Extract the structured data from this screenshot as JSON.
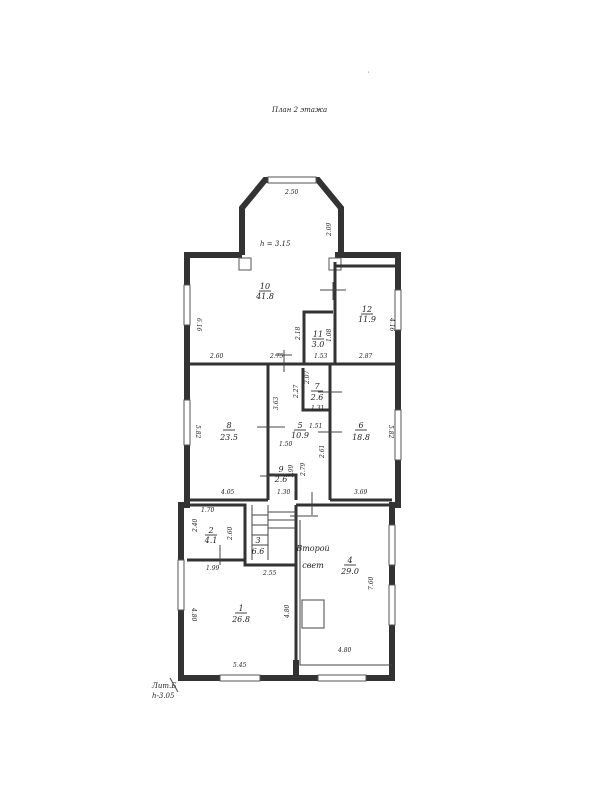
{
  "title": "План 2 этажа",
  "height_note": "h = 3.15",
  "corner_note": [
    "Лит.Б",
    "h-3.05"
  ],
  "second_light": [
    "Второй",
    "свет"
  ],
  "rooms": [
    {
      "num": "1",
      "area": "26.8"
    },
    {
      "num": "2",
      "area": "4.1"
    },
    {
      "num": "3",
      "area": "6.6"
    },
    {
      "num": "4",
      "area": "29.0"
    },
    {
      "num": "5",
      "area": "10.9"
    },
    {
      "num": "6",
      "area": "18.8"
    },
    {
      "num": "7",
      "area": "2.6"
    },
    {
      "num": "8",
      "area": "23.5"
    },
    {
      "num": "9",
      "area": "2.6"
    },
    {
      "num": "10",
      "area": "41.8"
    },
    {
      "num": "11",
      "area": "3.0"
    },
    {
      "num": "12",
      "area": "11.9"
    }
  ],
  "dims": {
    "bay_top": "2.50",
    "bay_side": "2.09",
    "r10_left": "6.16",
    "r10_bottom": "2.60",
    "r10_mid": "2.75",
    "r11_v": "2.18",
    "r11_v2": "1.08",
    "r11_bottom": "1.53",
    "r12_right": "4.16",
    "r12_bottom": "2.87",
    "r7_top": "2.07",
    "r7_side": "2.27",
    "r7_bottom": "1.31",
    "r8_left": "5.82",
    "r8_bottom": "4.05",
    "r5_v": "3.63",
    "r5_w1": "1.50",
    "r5_w2": "1.51",
    "r5_v2": "2.61",
    "r6_right": "5.82",
    "r6_bottom": "3.69",
    "r9_v": "2.79",
    "r9_v2": "1.99",
    "r9_bottom": "1.30",
    "r2_top": "1.70",
    "r2_side": "2.40",
    "r2_bottom": "1.99",
    "r3_v": "2.60",
    "r3_bottom": "2.55",
    "r1_left": "4.80",
    "r1_right": "4.80",
    "r1_bottom": "5.45",
    "r4_right": "7.60",
    "r4_bottom": "4.80"
  }
}
